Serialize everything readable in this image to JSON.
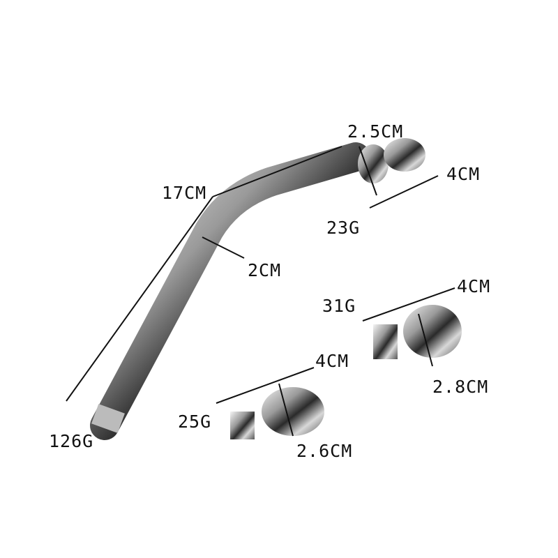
{
  "product": {
    "main_nozzle": {
      "length": "17CM",
      "diameter": "2CM",
      "weight": "126G"
    },
    "tip_bulb": {
      "diameter": "2.5CM",
      "length": "4CM",
      "weight": "23G"
    },
    "attachment_large": {
      "length": "4CM",
      "diameter": "2.8CM",
      "weight": "31G"
    },
    "attachment_small": {
      "length": "4CM",
      "diameter": "2.6CM",
      "weight": "25G"
    }
  }
}
